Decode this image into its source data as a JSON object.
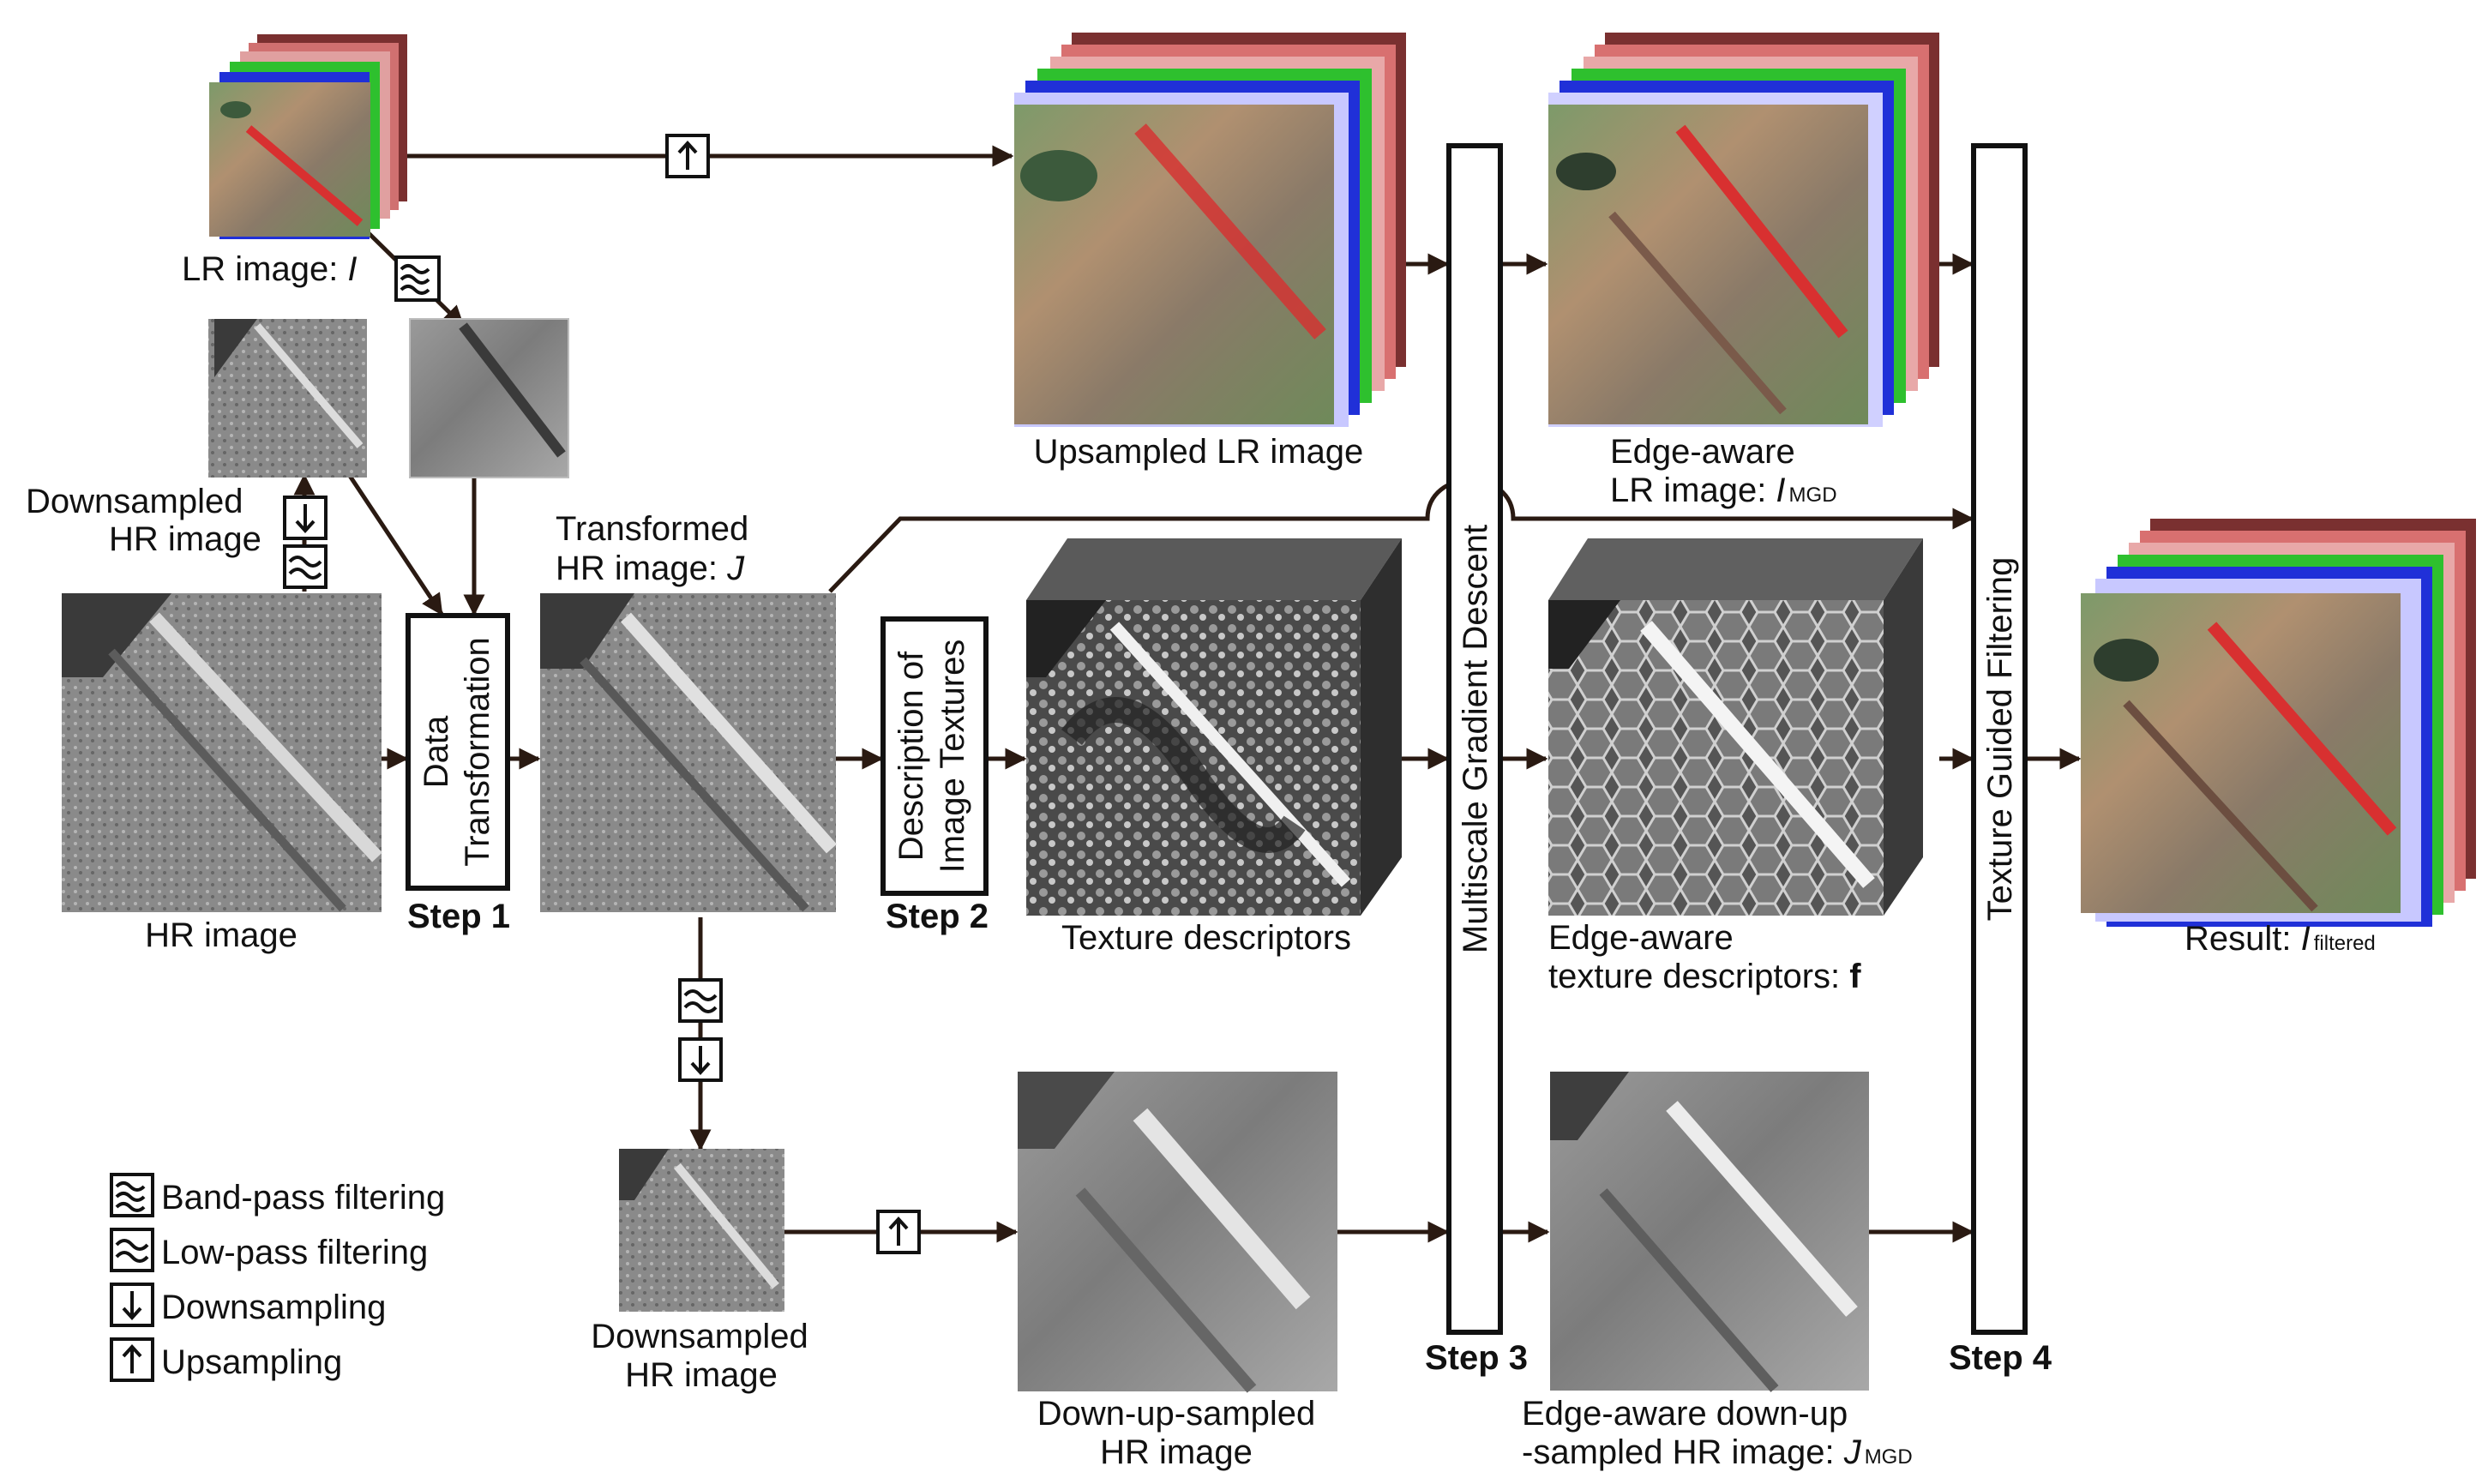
{
  "labels": {
    "lr_image": "LR image: ",
    "lr_image_var": "I",
    "upsampled_lr": "Upsampled LR image",
    "edge_aware_lr_1": "Edge-aware",
    "edge_aware_lr_2": "LR image: ",
    "edge_aware_lr_var": "I",
    "edge_aware_lr_sub": "MGD",
    "downsampled_hr_1": "Downsampled",
    "downsampled_hr_2": "HR image",
    "transformed_hr_1": "Transformed",
    "transformed_hr_2": "HR image: ",
    "transformed_hr_var": "J",
    "hr_image": "HR image",
    "texture_descriptors": "Texture descriptors",
    "edge_aware_tex_1": "Edge-aware",
    "edge_aware_tex_2": "texture descriptors: ",
    "edge_aware_tex_var": "f",
    "result": "Result: ",
    "result_var": "I",
    "result_sub": "filtered",
    "downsampled_hr_b1": "Downsampled",
    "downsampled_hr_b2": "HR image",
    "down_up_1": "Down-up-sampled",
    "down_up_2": "HR image",
    "edge_aware_du_1": "Edge-aware down-up",
    "edge_aware_du_2": "-sampled HR image: ",
    "edge_aware_du_var": "J",
    "edge_aware_du_sub": "MGD"
  },
  "steps": {
    "step1_line1": "Data",
    "step1_line2": "Transformation",
    "step1_label": "Step 1",
    "step2_line1": "Description of",
    "step2_line2": "Image Textures",
    "step2_label": "Step 2",
    "step3_text": "Multiscale Gradient Descent",
    "step3_label": "Step 3",
    "step4_text": "Texture Guided Filtering",
    "step4_label": "Step 4"
  },
  "legend": [
    {
      "icon": "band-pass-icon",
      "label": "Band-pass filtering"
    },
    {
      "icon": "low-pass-icon",
      "label": "Low-pass filtering"
    },
    {
      "icon": "downsampling-icon",
      "label": "Downsampling"
    },
    {
      "icon": "upsampling-icon",
      "label": "Upsampling"
    }
  ],
  "colors": {
    "arrow": "#2a1a12",
    "band_red": "#d81e1e",
    "band_green": "#1ec21e",
    "band_blue": "#1e2ed8",
    "vegetation": "#6f8a5a",
    "soil": "#9a7a62",
    "gray_image": "#8c8c8c",
    "dark_water": "#3a3a3a"
  }
}
